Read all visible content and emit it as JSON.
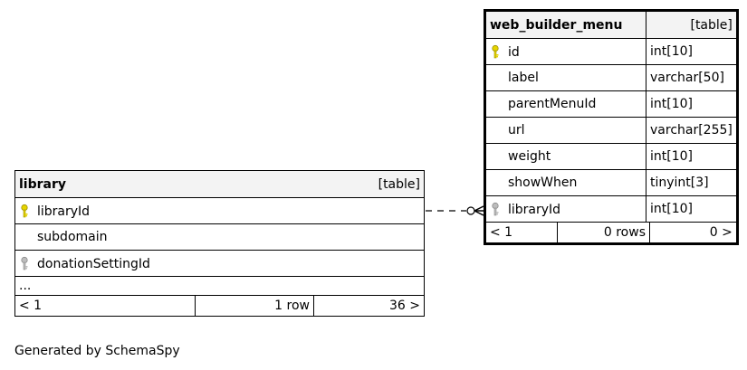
{
  "tables": {
    "web_builder_menu": {
      "name": "web_builder_menu",
      "kind": "[table]",
      "columns": [
        {
          "name": "id",
          "type": "int[10]",
          "key": "primary"
        },
        {
          "name": "label",
          "type": "varchar[50]",
          "key": "none"
        },
        {
          "name": "parentMenuId",
          "type": "int[10]",
          "key": "none"
        },
        {
          "name": "url",
          "type": "varchar[255]",
          "key": "none"
        },
        {
          "name": "weight",
          "type": "int[10]",
          "key": "none"
        },
        {
          "name": "showWhen",
          "type": "tinyint[3]",
          "key": "none"
        },
        {
          "name": "libraryId",
          "type": "int[10]",
          "key": "foreign"
        }
      ],
      "footer": {
        "parents": "< 1",
        "rows": "0 rows",
        "children": "0 >"
      }
    },
    "library": {
      "name": "library",
      "kind": "[table]",
      "columns": [
        {
          "name": "libraryId",
          "key": "primary"
        },
        {
          "name": "subdomain",
          "key": "none"
        },
        {
          "name": "donationSettingId",
          "key": "foreign"
        }
      ],
      "more": "...",
      "footer": {
        "parents": "< 1",
        "rows": "1 row",
        "children": "36 >"
      }
    }
  },
  "caption": "Generated by SchemaSpy",
  "colors": {
    "primary_key_icon": "#e6d400",
    "foreign_key_icon": "#9a9a9a",
    "header_bg": "#f3f3f3"
  },
  "icons": {
    "primary_key": "key-icon",
    "foreign_key": "key-icon"
  }
}
